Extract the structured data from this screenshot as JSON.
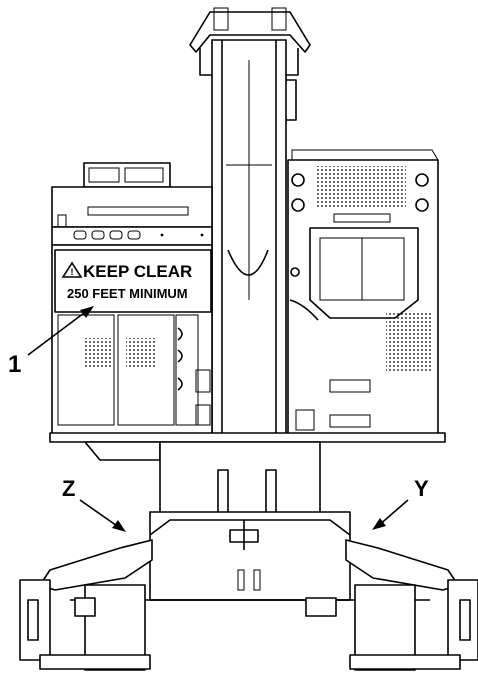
{
  "sign": {
    "line1": "KEEP CLEAR",
    "line2": "250 FEET MINIMUM"
  },
  "callouts": {
    "item1": "1",
    "left": "Z",
    "right": "Y"
  }
}
